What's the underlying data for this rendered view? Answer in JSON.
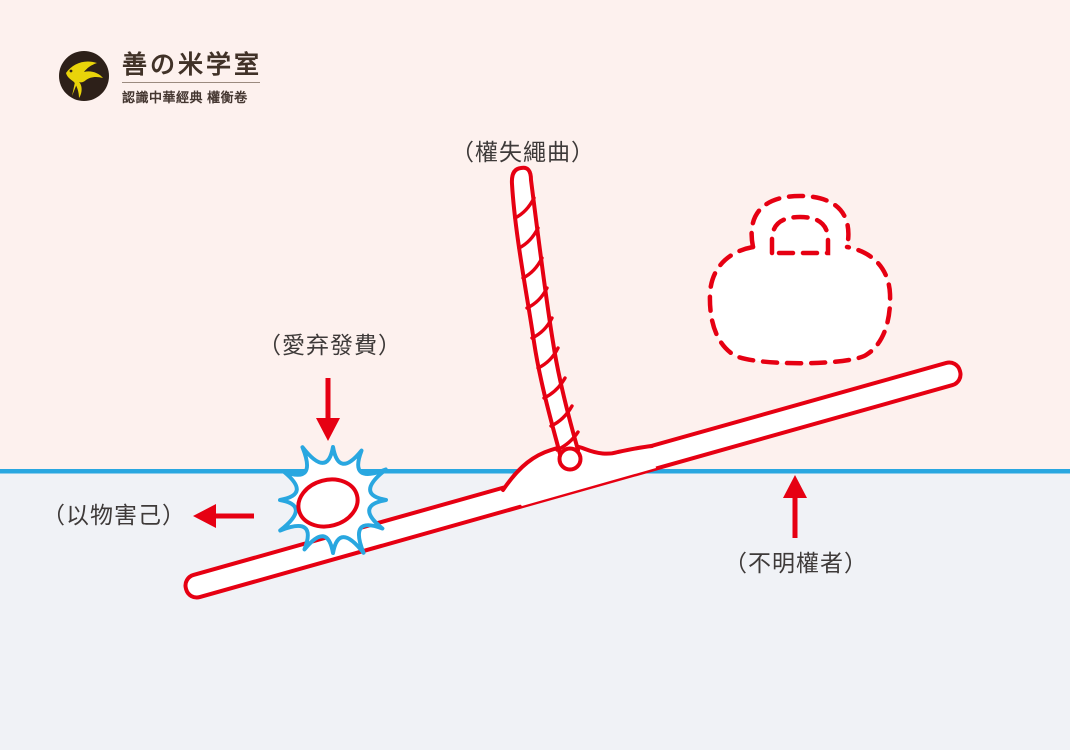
{
  "logo": {
    "title": "善の米学室",
    "subtitle": "認識中華經典 權衡卷",
    "icon": "bird-icon"
  },
  "labels": {
    "rope_top": "（權失繩曲）",
    "splash": "（愛弃發費）",
    "left": "（以物害己）",
    "right": "（不明權者）"
  },
  "icons": {
    "arrow_down": "down-arrow-icon",
    "arrow_left": "left-arrow-icon",
    "arrow_up": "up-arrow-icon",
    "weight": "dashed-weight-outline",
    "rope": "twisted-rope",
    "beam": "steelyard-beam",
    "splash": "splash-burst"
  },
  "colors": {
    "red": "#e60012",
    "blue": "#29a7e0",
    "background_top": "#fdf1ee",
    "background_bottom": "#f0f2f6",
    "text": "#3e3a39",
    "logo_circle": "#2d2019",
    "bird_yellow": "#e9d40a"
  }
}
